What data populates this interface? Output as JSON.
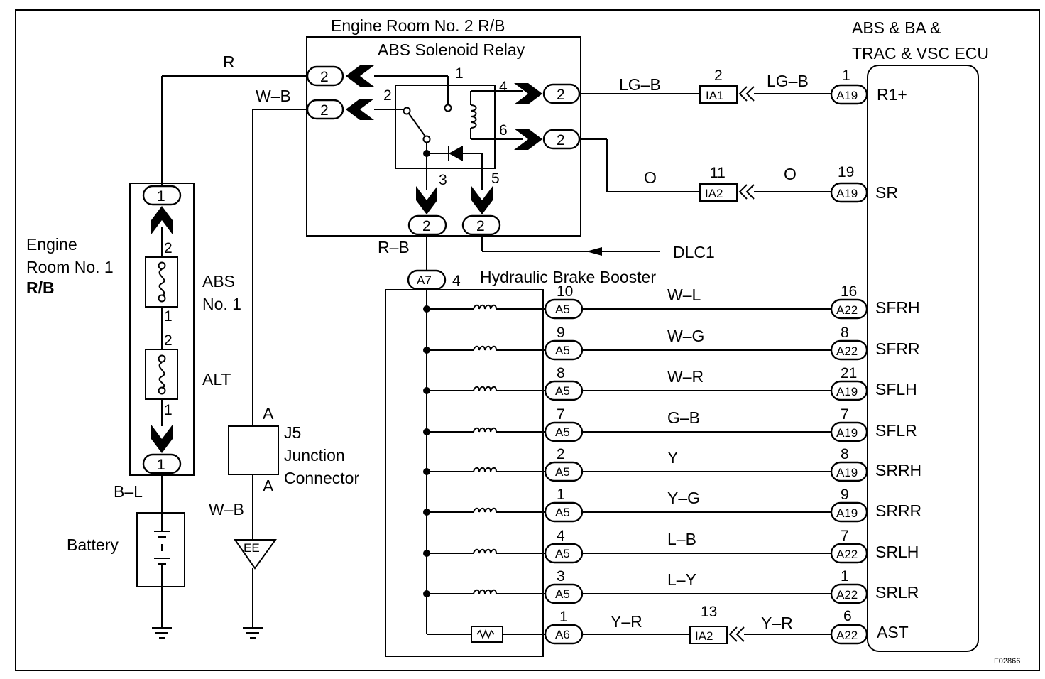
{
  "figure_code": "F02866",
  "engine_room_2": {
    "title": "Engine Room No. 2 R/B",
    "relay_title": "ABS Solenoid Relay",
    "terminal_label": "2",
    "relay_pins": [
      "1",
      "2",
      "3",
      "4",
      "5",
      "6"
    ]
  },
  "engine_room_1": {
    "title_lines": [
      "Engine",
      "Room No. 1",
      "R/B"
    ],
    "terminal_label": "1",
    "fuses": [
      {
        "name": "ABS",
        "name2": "No. 1",
        "pin_top": "2",
        "pin_bottom": "1"
      },
      {
        "name": "ALT",
        "pin_top": "2",
        "pin_bottom": "1"
      }
    ]
  },
  "ecu": {
    "title_lines": [
      "ABS & BA &",
      "TRAC & VSC ECU"
    ],
    "top": [
      {
        "pin": "1",
        "connector": "A19",
        "terminal": "R1+",
        "wire_ecu": "LG–B",
        "wire_rb": "LG–B",
        "junction": "IA1",
        "junction_pin": "2",
        "relay_pin": "4"
      },
      {
        "pin": "19",
        "connector": "A19",
        "terminal": "SR",
        "wire_ecu": "O",
        "wire_rb": "O",
        "junction": "IA2",
        "junction_pin": "11",
        "relay_pin": "6"
      }
    ]
  },
  "wires": {
    "battery_to_rb2": "R",
    "rb2_to_ground": "W–B",
    "relay_to_booster": "R–B",
    "battery_feed": "B–L",
    "ground_lower": "W–B",
    "dlc": "DLC1"
  },
  "junction": {
    "name": "J5",
    "line1": "Junction",
    "line2": "Connector",
    "pin_top": "A",
    "pin_bottom": "A"
  },
  "ground_label": "EE",
  "battery_label": "Battery",
  "booster": {
    "title": "Hydraulic Brake Booster",
    "feed_connector": "A7",
    "feed_pin": "4",
    "solenoids": [
      {
        "booster_pin": "10",
        "booster_conn": "A5",
        "wire": "W–L",
        "ecu_pin": "16",
        "ecu_conn": "A22",
        "terminal": "SFRH"
      },
      {
        "booster_pin": "9",
        "booster_conn": "A5",
        "wire": "W–G",
        "ecu_pin": "8",
        "ecu_conn": "A22",
        "terminal": "SFRR"
      },
      {
        "booster_pin": "8",
        "booster_conn": "A5",
        "wire": "W–R",
        "ecu_pin": "21",
        "ecu_conn": "A19",
        "terminal": "SFLH"
      },
      {
        "booster_pin": "7",
        "booster_conn": "A5",
        "wire": "G–B",
        "ecu_pin": "7",
        "ecu_conn": "A19",
        "terminal": "SFLR"
      },
      {
        "booster_pin": "2",
        "booster_conn": "A5",
        "wire": "Y",
        "ecu_pin": "8",
        "ecu_conn": "A19",
        "terminal": "SRRH"
      },
      {
        "booster_pin": "1",
        "booster_conn": "A5",
        "wire": "Y–G",
        "ecu_pin": "9",
        "ecu_conn": "A19",
        "terminal": "SRRR"
      },
      {
        "booster_pin": "4",
        "booster_conn": "A5",
        "wire": "L–B",
        "ecu_pin": "7",
        "ecu_conn": "A22",
        "terminal": "SRLH"
      },
      {
        "booster_pin": "3",
        "booster_conn": "A5",
        "wire": "L–Y",
        "ecu_pin": "1",
        "ecu_conn": "A22",
        "terminal": "SRLR"
      }
    ],
    "ast": {
      "booster_pin": "1",
      "booster_conn": "A6",
      "wire_left": "Y–R",
      "junction": "IA2",
      "junction_pin": "13",
      "wire_right": "Y–R",
      "ecu_pin": "6",
      "ecu_conn": "A22",
      "terminal": "AST"
    }
  }
}
